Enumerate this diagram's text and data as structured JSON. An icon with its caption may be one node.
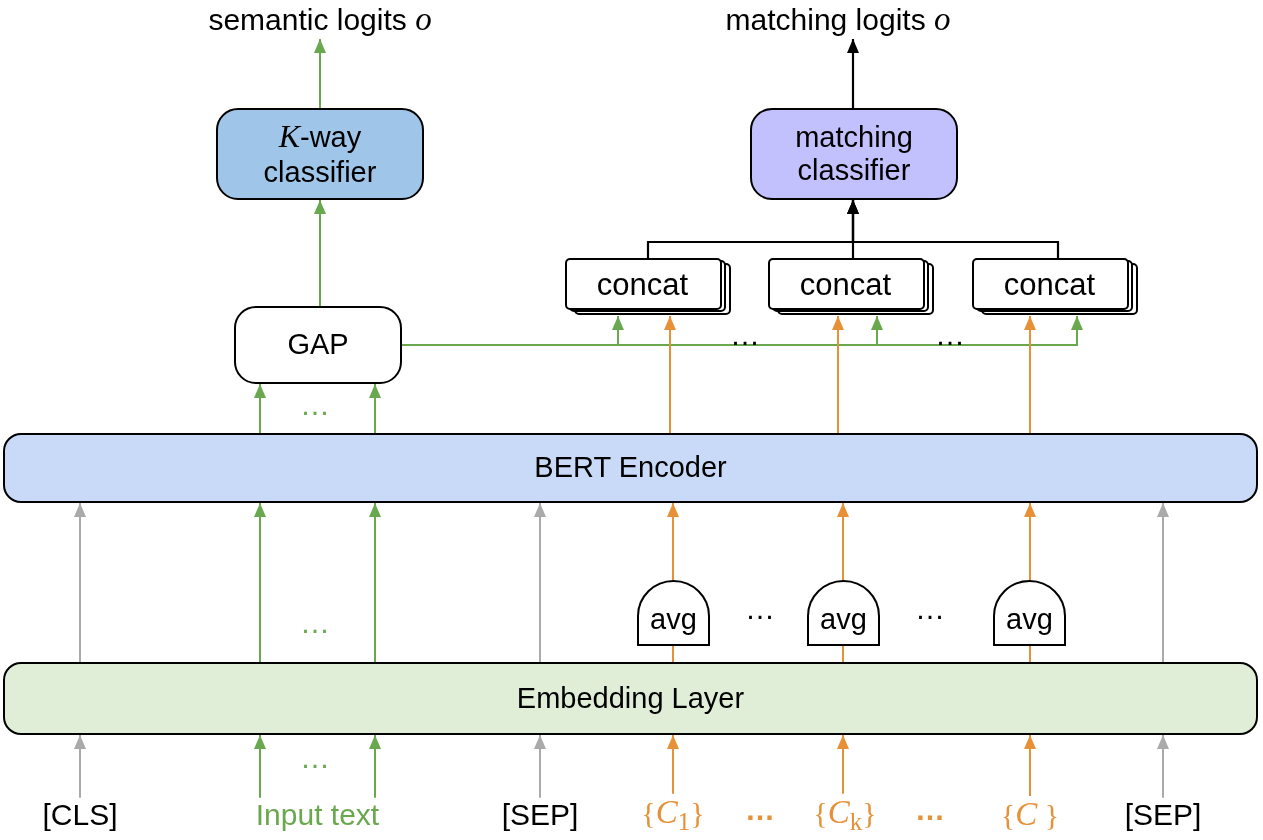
{
  "diagram": {
    "nodes": [
      {
        "text": [
          "semantic logits *o*"
        ]
      },
      {
        "text": [
          "matching logits *o*"
        ]
      },
      {
        "text": [
          "*K*-way classifier"
        ]
      },
      {
        "text": [
          "matching classifier"
        ]
      },
      {
        "text": [
          "concat"
        ]
      },
      {
        "text": [
          "concat"
        ]
      },
      {
        "text": [
          "concat"
        ]
      },
      {
        "text": [
          "GAP"
        ]
      },
      {
        "text": [
          "BERT Encoder"
        ]
      },
      {
        "text": [
          "avg"
        ]
      },
      {
        "text": [
          "avg"
        ]
      },
      {
        "text": [
          "avg"
        ]
      },
      {
        "text": [
          "Embedding Layer"
        ]
      },
      {
        "text": [
          "[CLS]"
        ]
      },
      {
        "text": [
          "Input text"
        ]
      },
      {
        "text": [
          "[SEP]"
        ]
      },
      {
        "text": [
          "{*C*$_{1}$}"
        ]
      },
      {
        "text": [
          "{*C*$_{k}$}"
        ]
      },
      {
        "text": [
          "{*C* }"
        ]
      },
      {
        "text": [
          "[SEP]"
        ]
      }
    ],
    "edges": [
      {
        "from": 2,
        "to": 0,
        "arrow": "to",
        "color": "#6aa84f"
      },
      {
        "from": 3,
        "to": 1,
        "arrow": "to",
        "color": "#000000"
      },
      {
        "from": 7,
        "to": 2,
        "arrow": "to",
        "color": "#6aa84f"
      },
      {
        "from": 4,
        "to": 3,
        "arrow": "to",
        "color": "#000000"
      },
      {
        "from": 5,
        "to": 3,
        "arrow": "to",
        "color": "#000000"
      },
      {
        "from": 6,
        "to": 3,
        "arrow": "to",
        "color": "#000000"
      },
      {
        "from": 7,
        "to": 4,
        "arrow": "to",
        "color": "#6aa84f"
      },
      {
        "from": 7,
        "to": 5,
        "arrow": "to",
        "color": "#6aa84f"
      },
      {
        "from": 7,
        "to": 6,
        "arrow": "to",
        "color": "#6aa84f"
      },
      {
        "from": 8,
        "to": 4,
        "arrow": "to",
        "color": "#e69138"
      },
      {
        "from": 8,
        "to": 5,
        "arrow": "to",
        "color": "#e69138"
      },
      {
        "from": 8,
        "to": 6,
        "arrow": "to",
        "color": "#e69138"
      },
      {
        "from": 8,
        "to": 7,
        "arrow": "to",
        "color": "#6aa84f"
      },
      {
        "from": 8,
        "to": 7,
        "arrow": "to",
        "color": "#6aa84f"
      },
      {
        "from": 12,
        "to": 8,
        "arrow": "to",
        "color": "#aaaaaa"
      },
      {
        "from": 12,
        "to": 8,
        "arrow": "to",
        "color": "#6aa84f"
      },
      {
        "from": 12,
        "to": 8,
        "arrow": "to",
        "color": "#6aa84f"
      },
      {
        "from": 12,
        "to": 8,
        "arrow": "to",
        "color": "#aaaaaa"
      },
      {
        "from": 9,
        "to": 8,
        "arrow": "to",
        "color": "#e69138"
      },
      {
        "from": 10,
        "to": 8,
        "arrow": "to",
        "color": "#e69138"
      },
      {
        "from": 11,
        "to": 8,
        "arrow": "to",
        "color": "#e69138"
      },
      {
        "from": 12,
        "to": 8,
        "arrow": "to",
        "color": "#aaaaaa"
      },
      {
        "from": 12,
        "to": 9,
        "arrow": "none",
        "color": "#e69138"
      },
      {
        "from": 12,
        "to": 10,
        "arrow": "none",
        "color": "#e69138"
      },
      {
        "from": 12,
        "to": 11,
        "arrow": "none",
        "color": "#e69138"
      },
      {
        "from": 13,
        "to": 12,
        "arrow": "to",
        "color": "#aaaaaa"
      },
      {
        "from": 14,
        "to": 12,
        "arrow": "to",
        "color": "#6aa84f"
      },
      {
        "from": 14,
        "to": 12,
        "arrow": "to",
        "color": "#6aa84f"
      },
      {
        "from": 15,
        "to": 12,
        "arrow": "to",
        "color": "#aaaaaa"
      },
      {
        "from": 16,
        "to": 12,
        "arrow": "to",
        "color": "#e69138"
      },
      {
        "from": 17,
        "to": 12,
        "arrow": "to",
        "color": "#e69138"
      },
      {
        "from": 18,
        "to": 12,
        "arrow": "to",
        "color": "#e69138"
      },
      {
        "from": 19,
        "to": 12,
        "arrow": "to",
        "color": "#aaaaaa"
      }
    ],
    "labels": [
      "…",
      "…",
      "…",
      "…",
      "…",
      "…",
      "…",
      "…",
      "…"
    ]
  }
}
